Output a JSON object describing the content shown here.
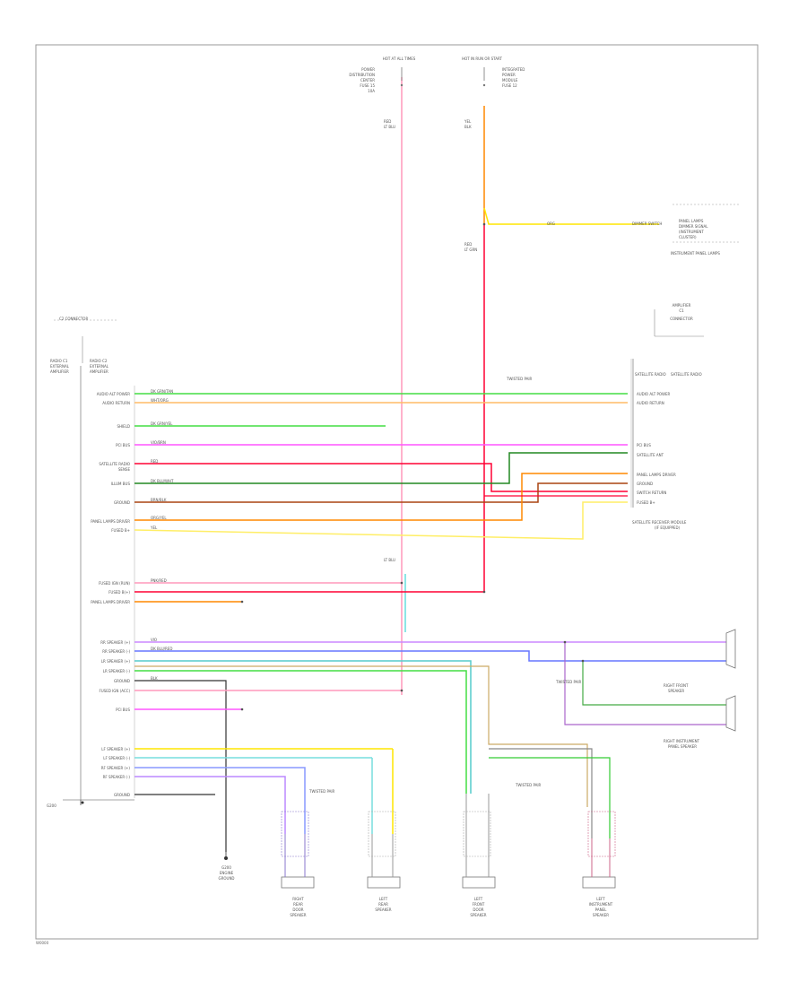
{
  "figure_code": "W0000",
  "top": {
    "fuse_a_title": "HOT AT ALL TIMES",
    "fuse_a_desc": [
      "POWER",
      "DISTRIBUTION",
      "CENTER",
      "FUSE 15",
      "10A"
    ],
    "fuse_b_title": "HOT IN RUN OR START",
    "fuse_b_desc": [
      "INTEGRATED",
      "POWER",
      "MODULE",
      "FUSE 12"
    ],
    "fuse_a_wire": [
      "RED",
      "LT BLU"
    ],
    "fuse_b_wire": [
      "YEL",
      "BLK"
    ],
    "mid_wire": [
      "RED",
      "LT GRN"
    ]
  },
  "dimmer": {
    "label": "DIMMER SWITCH",
    "lines": [
      "PANEL LAMPS",
      "DIMMER SIGNAL",
      "(INSTRUMENT",
      "CLUSTER)"
    ],
    "wire_tag": "ORG",
    "sub": "INSTRUMENT PANEL LAMPS"
  },
  "radio": {
    "top": [
      "C2 CONNECTOR"
    ],
    "sub": [
      "RADIO C1",
      "RADIO C2"
    ],
    "sub2": [
      "EXTERNAL",
      "EXTERNAL"
    ],
    "sub3": [
      "AMPLIFIER",
      "AMPLIFIER"
    ],
    "pins": [
      "AUDIO ALT POWER",
      "AUDIO RETURN",
      "",
      "SHIELD",
      "",
      "PCI BUS",
      "",
      "SATELLITE RADIO",
      "SENSE",
      "ILLUM BUS",
      "",
      "GROUND",
      "",
      "PANEL LAMPS DRIVER",
      "FUSED B+",
      "",
      "",
      "FUSED IGN (RUN)",
      "FUSED B(+)",
      "PANEL LAMPS DRIVER",
      "",
      "",
      "",
      "RR SPEAKER (+)",
      "RR SPEAKER (-)",
      "LR SPEAKER (+)",
      "LR SPEAKER (-)",
      "GROUND",
      "FUSED IGN (ACC)",
      "",
      "PCI BUS",
      "",
      "",
      "",
      "LF SPEAKER (+)",
      "LF SPEAKER (-)",
      "RF SPEAKER (+)",
      "RF SPEAKER (-)",
      "GROUND"
    ],
    "ground_tag": "G200"
  },
  "amp": {
    "header": [
      "AMPLIFIER",
      "C1",
      "CONNECTOR"
    ],
    "sub": [
      "SATELLITE RADIO",
      "SATELLITE RADIO"
    ],
    "pins": [
      "AUDIO ALT POWER",
      "AUDIO RETURN",
      "",
      "PCI BUS",
      "SATELLITE ANT",
      "",
      "PANEL LAMPS DRIVER",
      "GROUND",
      "SWITCH RETURN",
      "FUSED B+"
    ],
    "caption": [
      "SATELLITE RECEIVER MODULE",
      "(IF EQUIPPED)"
    ]
  },
  "speakers": {
    "rr_amp": [
      "RIGHT FRONT",
      "SPEAKER"
    ],
    "rr_caption": [
      "RIGHT INSTRUMENT",
      "PANEL SPEAKER"
    ],
    "bottom": [
      [
        "RIGHT",
        "REAR",
        "DOOR",
        "SPEAKER"
      ],
      [
        "LEFT",
        "REAR",
        "SPEAKER"
      ],
      [
        "LEFT",
        "FRONT",
        "DOOR",
        "SPEAKER"
      ],
      [
        "LEFT",
        "INSTRUMENT",
        "PANEL",
        "SPEAKER"
      ]
    ],
    "ground": [
      "G200",
      "ENGINE",
      "GROUND"
    ]
  },
  "splices": [
    "TWISTED PAIR",
    "TWISTED PAIR",
    "TWISTED PAIR",
    "TWISTED PAIR"
  ],
  "wire_tags": {
    "dk_grn_tan": "DK GRN/TAN",
    "wht_org": "WHT/ORG",
    "dk_grn_yel": "DK GRN/YEL",
    "violet": "VIO/BRN",
    "red": "RED",
    "dk_blu_wht": "DK BLU/WHT",
    "brn_blk": "BRN/BLK",
    "org_yel": "ORG/YEL",
    "yel": "YEL",
    "pnk_red": "PNK/RED",
    "lt_blu": "LT BLU",
    "vio": "VIO",
    "dk_blu": "DK BLU/RED",
    "blk": "BLK"
  },
  "colors": {
    "red": "#ff0033",
    "pink": "#ff99bb",
    "orange": "#ff8800",
    "yellow": "#ffe600",
    "lightyellow": "#ffee66",
    "green": "#33cc33",
    "darkgreen": "#228822",
    "cyan": "#66dddd",
    "magenta": "#ff33ff",
    "violet": "#9966ff",
    "blue": "#3344ff",
    "brown": "#aa4411",
    "tan": "#ccaa66",
    "gray": "#888888",
    "black": "#222222"
  }
}
